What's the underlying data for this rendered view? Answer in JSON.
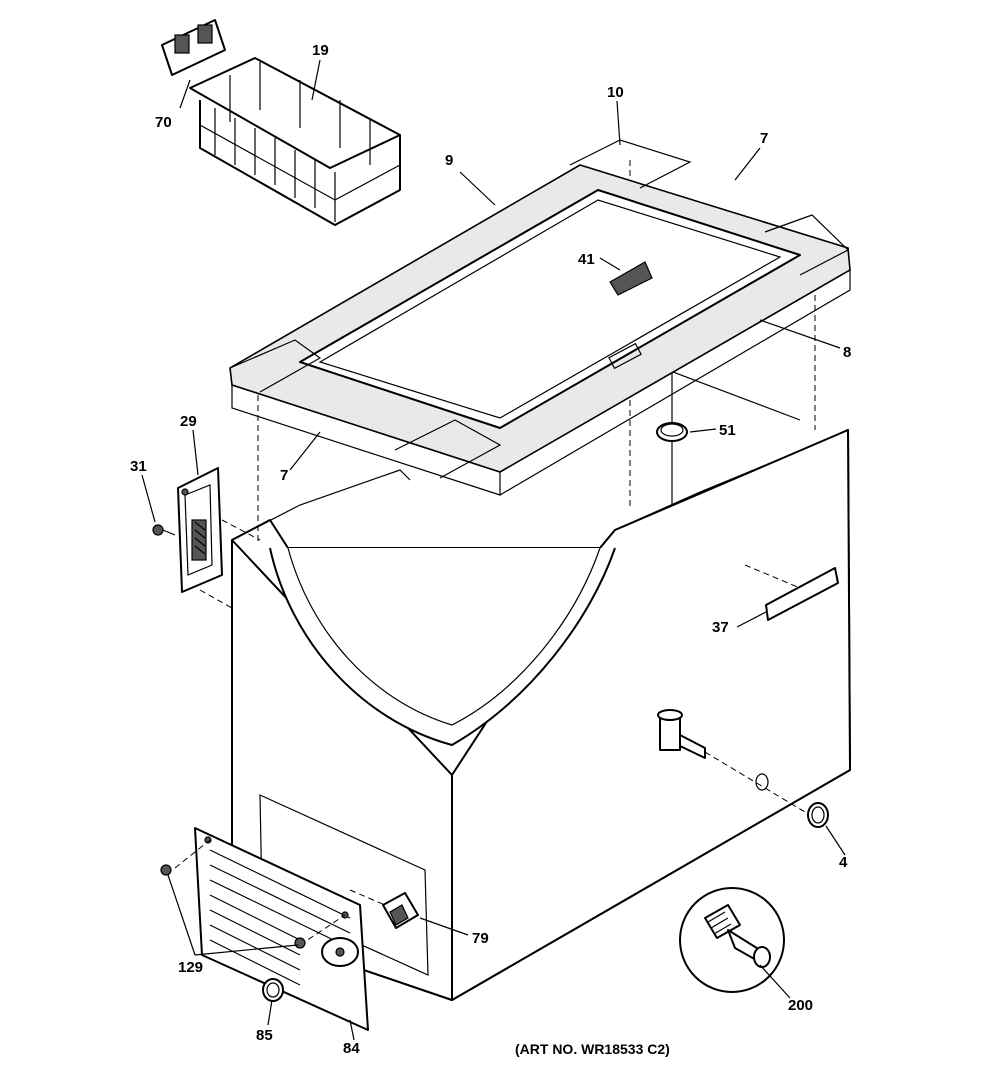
{
  "labels": {
    "p10": "10",
    "p7a": "7",
    "p9": "9",
    "p19": "19",
    "p70": "70",
    "p41": "41",
    "p8": "8",
    "p51": "51",
    "p29": "29",
    "p31": "31",
    "p7b": "7",
    "p37": "37",
    "p4": "4",
    "p79": "79",
    "p129": "129",
    "p200": "200",
    "p85": "85",
    "p84": "84"
  },
  "art_number": "(ART NO. WR18533 C2)"
}
